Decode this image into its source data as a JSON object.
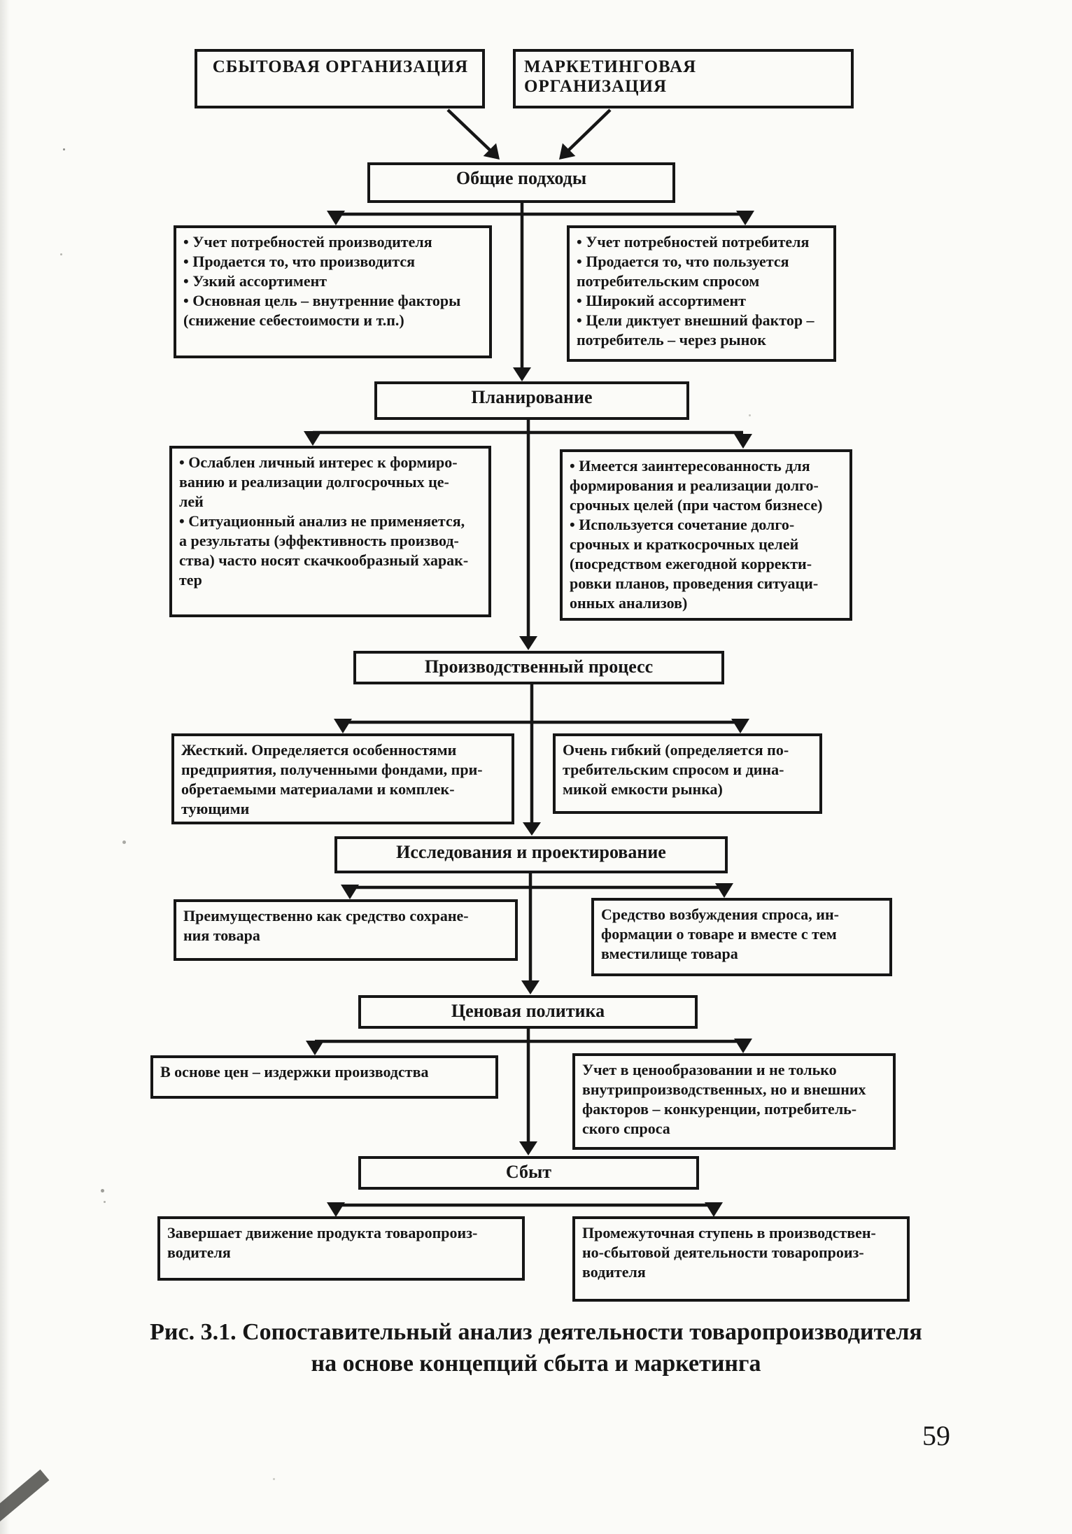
{
  "page_number": "59",
  "caption": {
    "line1": "Рис. 3.1. Сопоставительный анализ деятельности товаропроизводителя",
    "line2": "на основе концепций сбыта и маркетинга"
  },
  "top_boxes": {
    "sales": "СБЫТОВАЯ  ОРГАНИЗАЦИЯ",
    "marketing": "МАРКЕТИНГОВАЯ ОРГАНИЗАЦИЯ"
  },
  "stages": [
    {
      "title": "Общие подходы",
      "left": "• Учет потребностей производителя\n• Продается то, что производится\n• Узкий ассортимент\n• Основная цель – внутренние факторы\n(снижение себестоимости и т.п.)",
      "right": "• Учет потребностей потребителя\n• Продается то, что пользуется\nпотребительским спросом\n• Широкий ассортимент\n• Цели диктует внешний фактор –\nпотребитель – через рынок"
    },
    {
      "title": "Планирование",
      "left": "• Ослаблен личный интерес к формиро-\nванию и реализации долгосрочных це-\nлей\n• Ситуационный анализ не применяется,\nа результаты (эффективность производ-\nства) часто носят скачкообразный харак-\nтер",
      "right": "• Имеется заинтересованность для\nформирования и реализации долго-\nсрочных целей (при частом бизнесе)\n• Используется сочетание долго-\nсрочных и краткосрочных целей\n(посредством ежегодной корректи-\nровки планов, проведения ситуаци-\nонных анализов)"
    },
    {
      "title": "Производственный процесс",
      "left": "Жесткий. Определяется особенностями\nпредприятия, полученными фондами, при-\nобретаемыми материалами и комплек-\nтующими",
      "right": "Очень гибкий (определяется по-\nтребительским спросом и дина-\nмикой емкости рынка)"
    },
    {
      "title": "Исследования и проектирование",
      "left": "Преимущественно как средство сохране-\nния товара",
      "right": "Средство возбуждения спроса, ин-\nформации о товаре и вместе с тем\nвместилище товара"
    },
    {
      "title": "Ценовая политика",
      "left": "В основе цен – издержки производства",
      "right": "Учет в ценообразовании и не только\nвнутрипроизводственных, но и внешних\nфакторов – конкуренции, потребитель-\nского спроса"
    },
    {
      "title": "Сбыт",
      "left": "Завершает движение продукта товаропроиз-\nводителя",
      "right": "Промежуточная ступень в производствен-\nно-сбытовой деятельности товаропроиз-\nводителя"
    }
  ],
  "colors": {
    "ink": "#161616",
    "paper": "#fbfbf8"
  }
}
